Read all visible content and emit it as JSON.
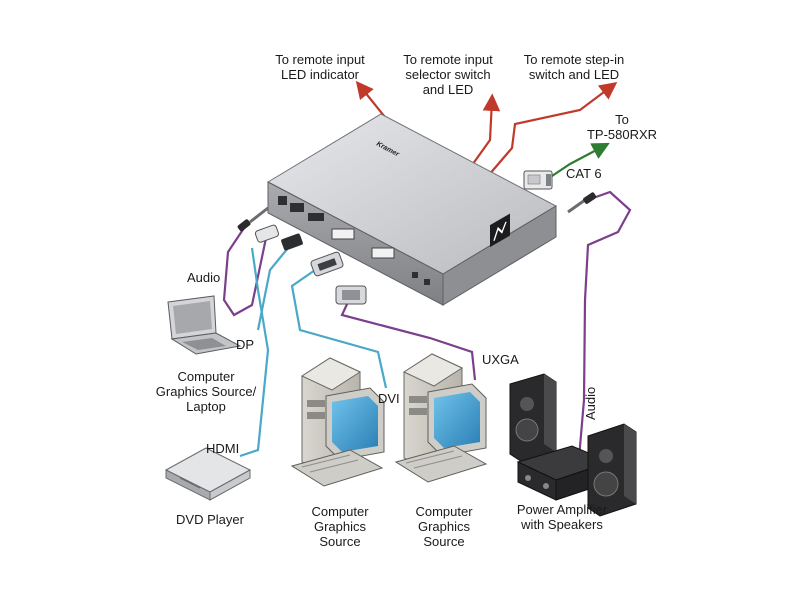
{
  "labels": {
    "remote_input_led": "To remote input\nLED indicator",
    "remote_input_selector": "To remote input\nselector switch\nand LED",
    "remote_step_in": "To remote step-in\nswitch and LED",
    "to_tp580rxr": "To\nTP-580RXR",
    "cat6": "CAT 6",
    "audio_left": "Audio",
    "dp": "DP",
    "laptop": "Computer\nGraphics Source/\nLaptop",
    "hdmi": "HDMI",
    "dvd_player": "DVD Player",
    "dvi": "DVI",
    "uxga": "UXGA",
    "audio_right": "Audio",
    "computer_source_1": "Computer\nGraphics\nSource",
    "computer_source_2": "Computer\nGraphics\nSource",
    "power_amplifier": "Power Amplifier\nwith Speakers"
  },
  "device": {
    "brand_text": "Kramer"
  },
  "colors": {
    "red_cable": "#c0392b",
    "green_cable": "#2e7d32",
    "purple_cable": "#7b3f8c",
    "cyan_cable": "#4aa8c8",
    "device_body": "#c9cacd",
    "background": "#ffffff"
  }
}
